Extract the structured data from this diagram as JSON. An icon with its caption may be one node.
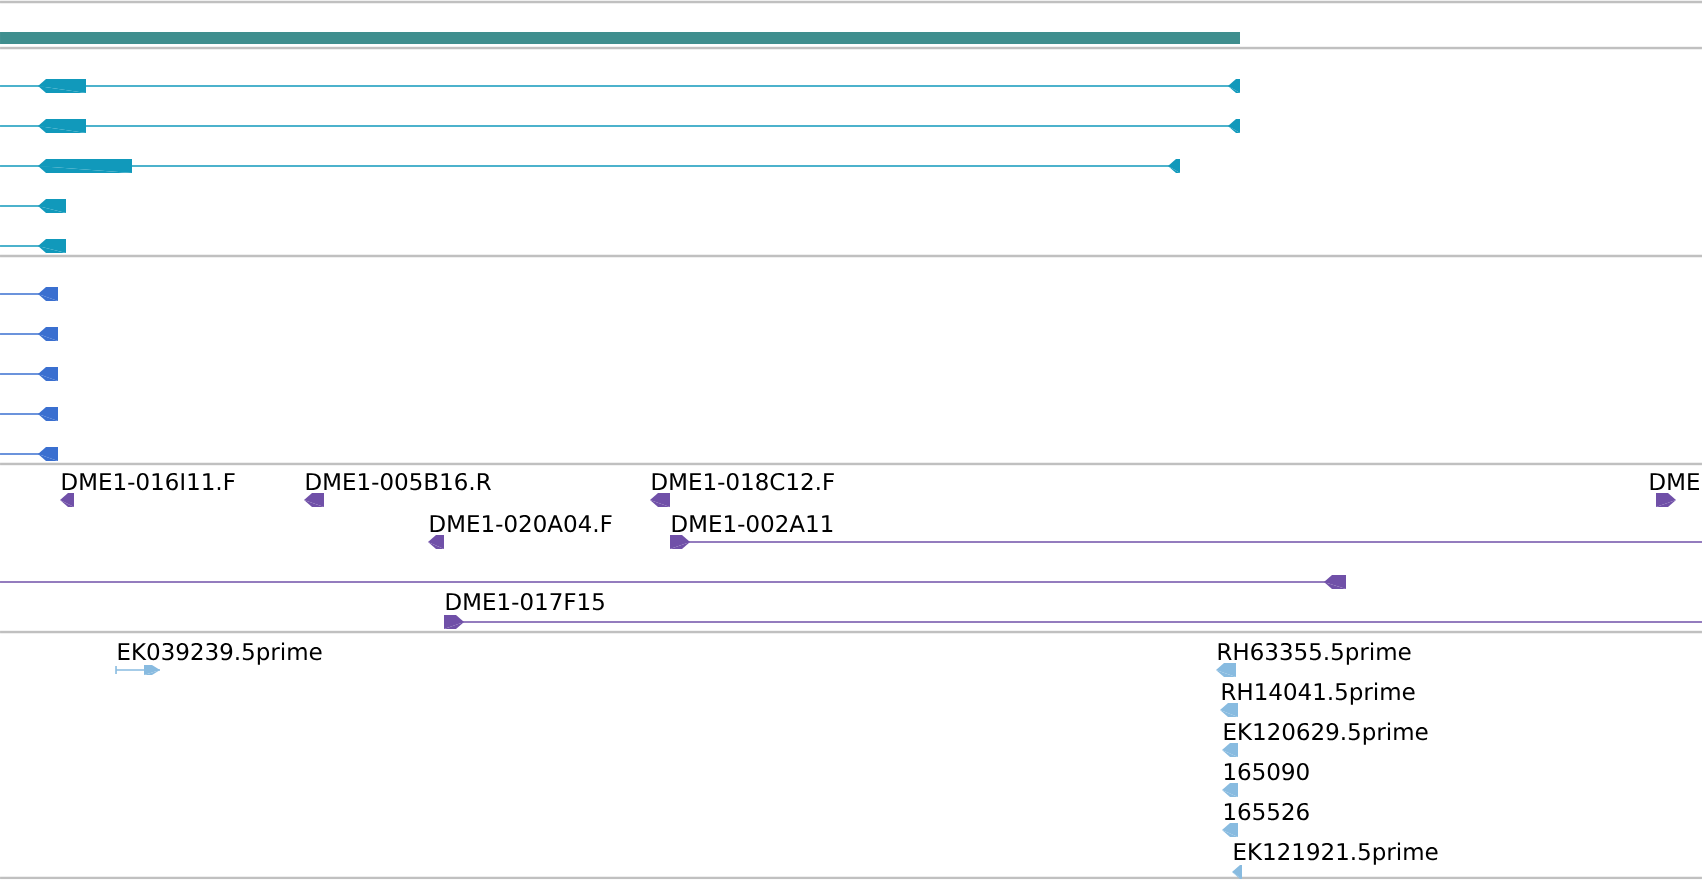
{
  "diagram": {
    "labels": [
      "DME1-016I11.F",
      "DME1-005B16.R",
      "DME1-018C12.F",
      "DME",
      "DME1-020A04.F",
      "DME1-002A11",
      "DME1-017F15",
      "EK039239.5prime",
      "RH63355.5prime",
      "RH14041.5prime",
      "EK120629.5prime",
      "165090",
      "165526",
      "EK121921.5prime"
    ]
  }
}
